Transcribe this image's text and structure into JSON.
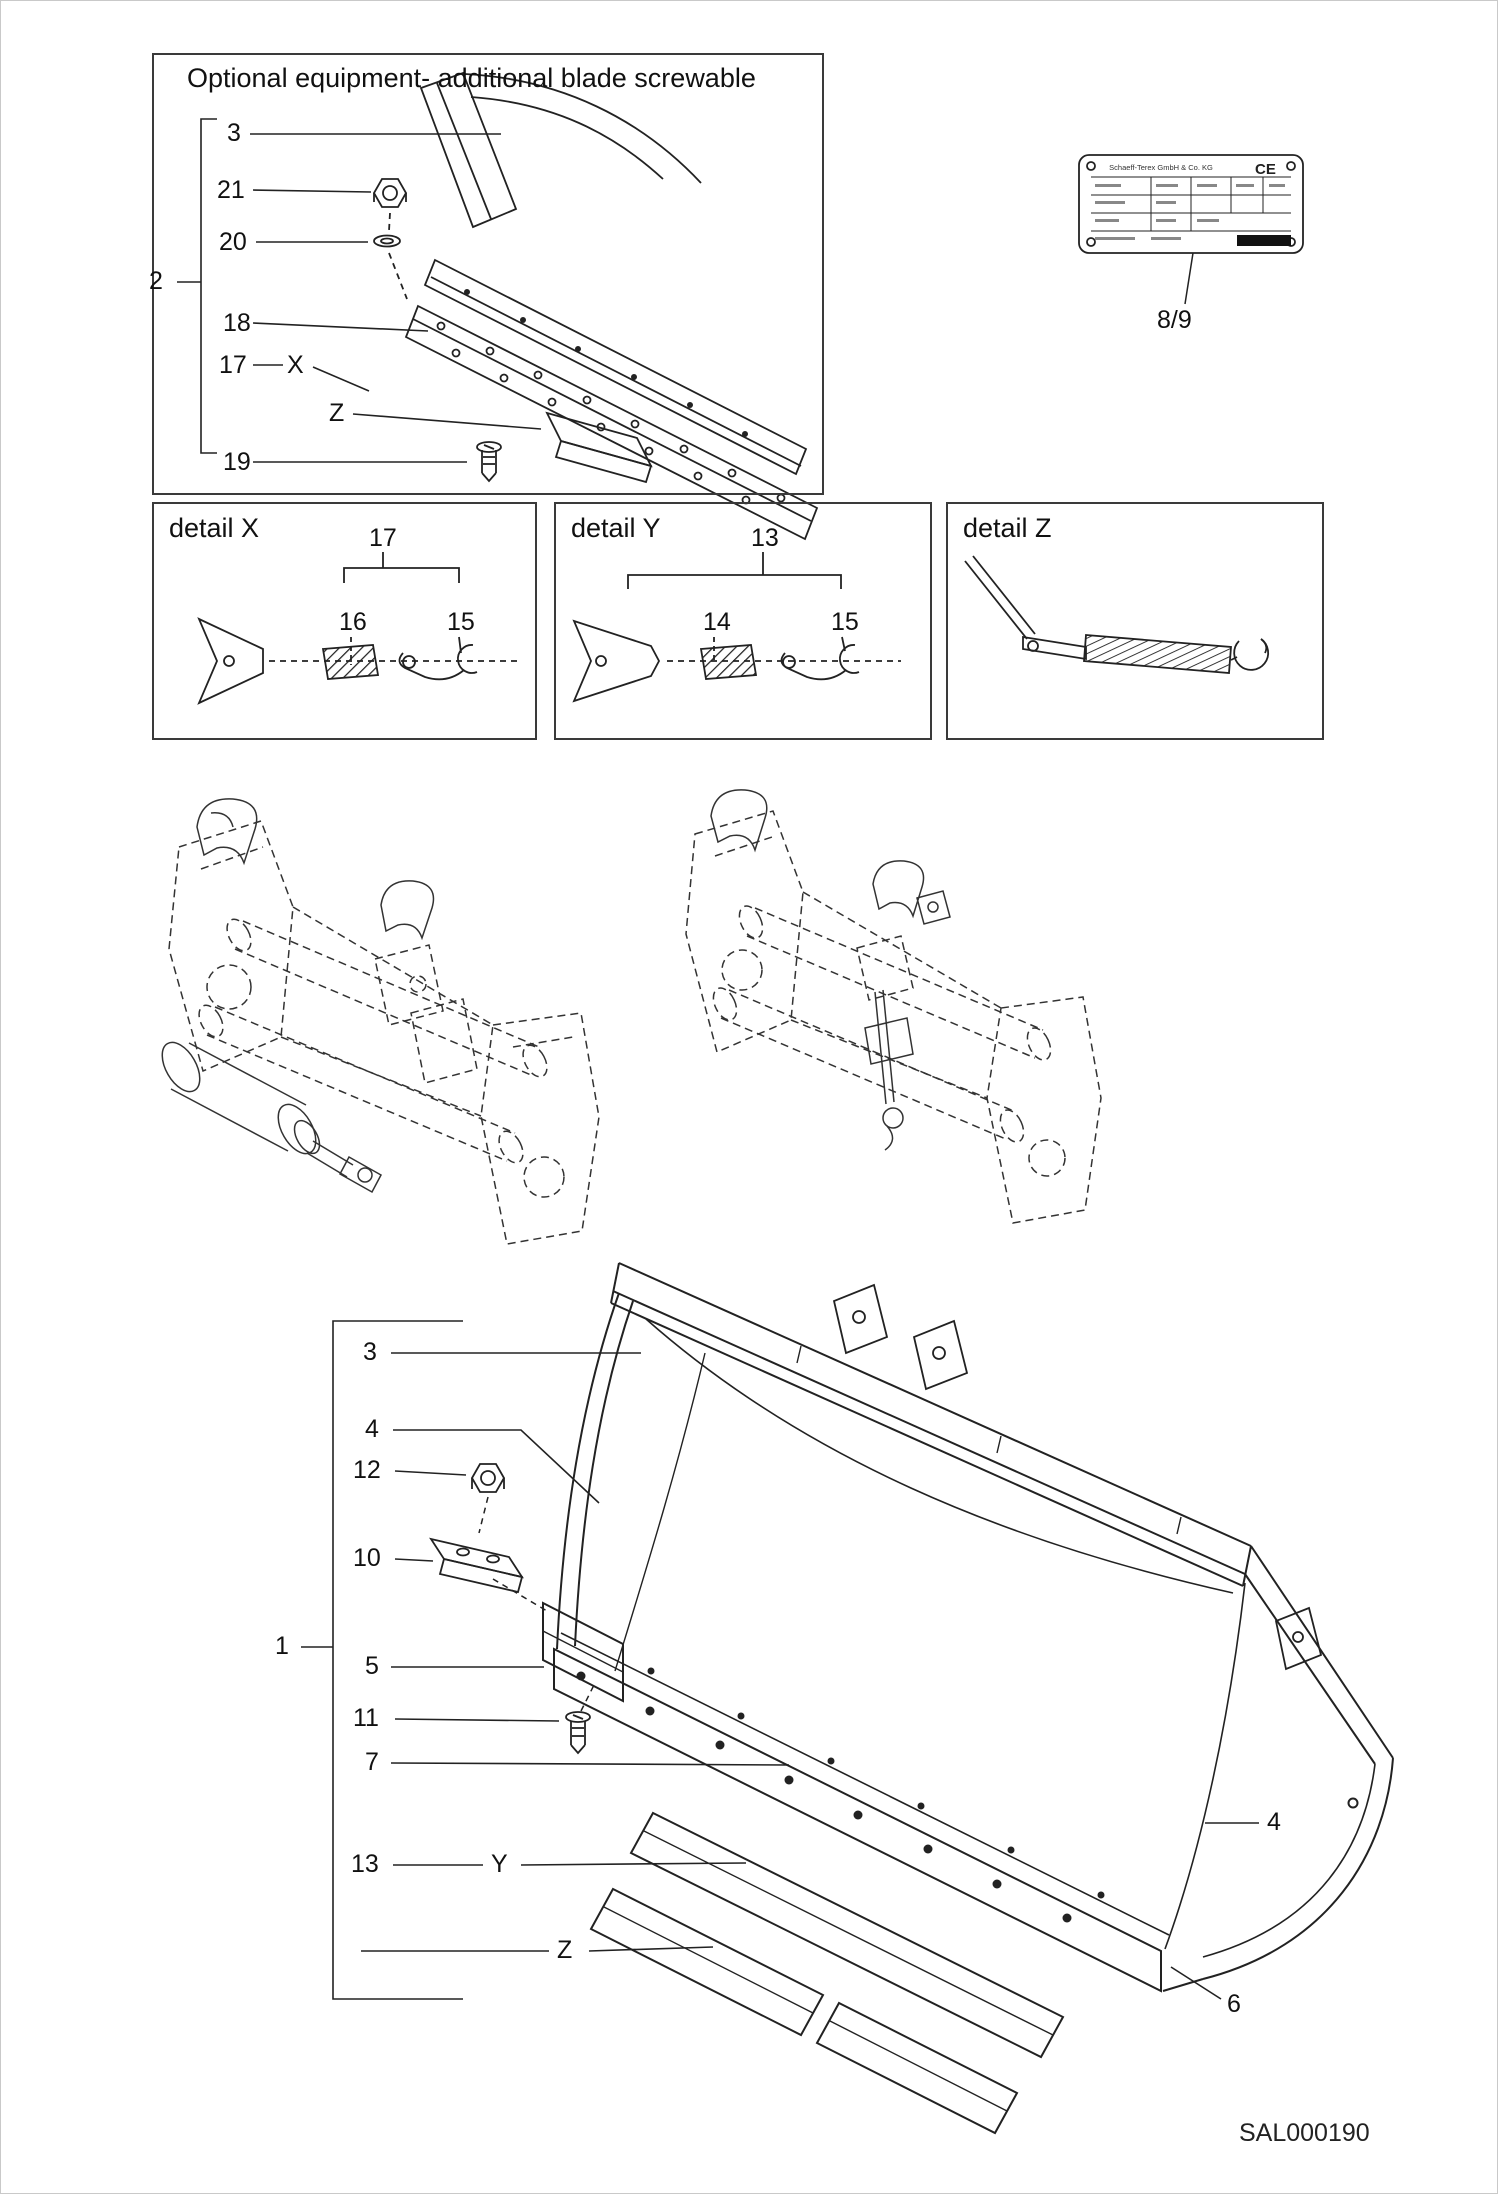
{
  "page": {
    "drawing_code": "SAL000190"
  },
  "optional_blade_box": {
    "title": "Optional equipment- additional blade screwable",
    "callouts": {
      "c3": "3",
      "c21": "21",
      "c20": "20",
      "c2": "2",
      "c18": "18",
      "c17": "17",
      "x_ref": "X",
      "z_ref": "Z",
      "c19": "19"
    }
  },
  "nameplate": {
    "manufacturer": "Schaeff-Terex GmbH & Co. KG",
    "ce_mark": "CE",
    "callout": "8/9"
  },
  "detail_x": {
    "title": "detail X",
    "callouts": {
      "c17": "17",
      "c16": "16",
      "c15": "15"
    }
  },
  "detail_y": {
    "title": "detail Y",
    "callouts": {
      "c13": "13",
      "c14": "14",
      "c15": "15"
    }
  },
  "detail_z": {
    "title": "detail Z"
  },
  "bucket": {
    "callouts": {
      "c3": "3",
      "c4_left": "4",
      "c12": "12",
      "c10": "10",
      "c1": "1",
      "c5": "5",
      "c11": "11",
      "c7": "7",
      "c13": "13",
      "y_ref": "Y",
      "z_ref": "Z",
      "c4_right": "4",
      "c6": "6"
    }
  }
}
